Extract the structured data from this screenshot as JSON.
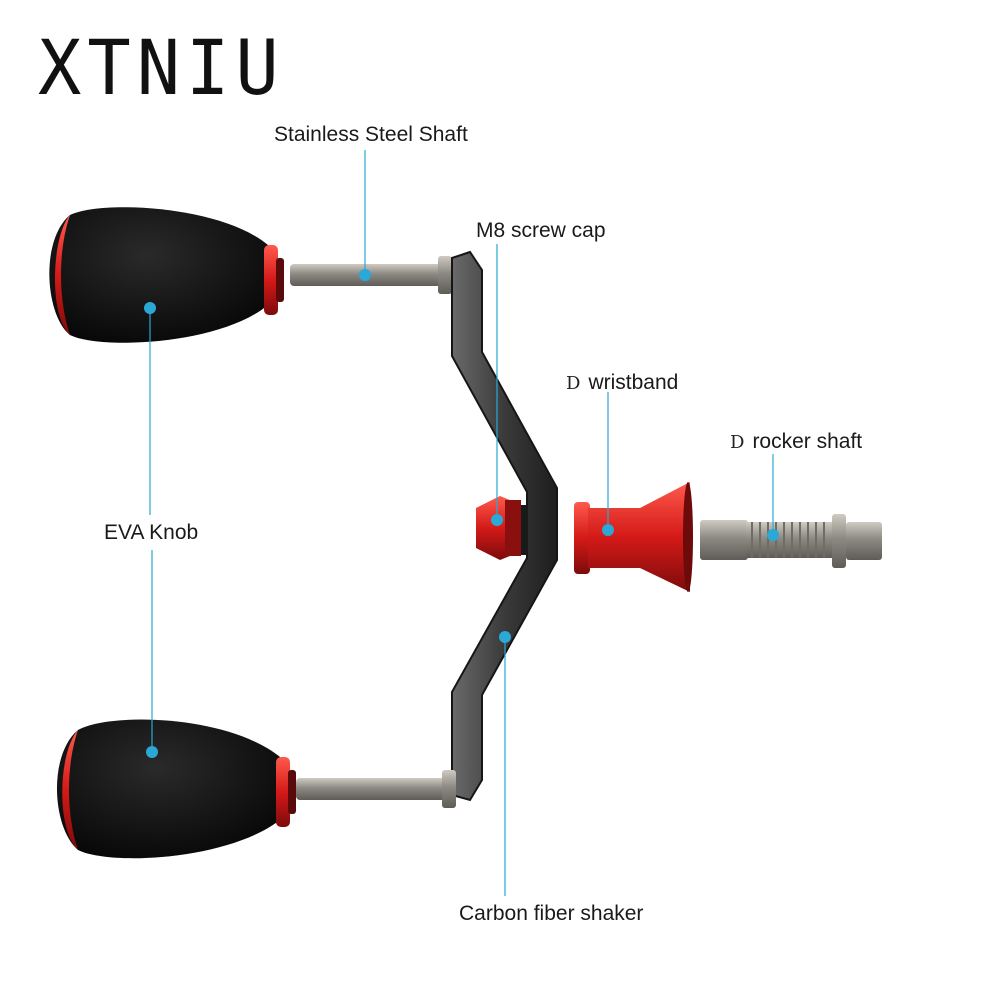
{
  "brand": "XTNIU",
  "labels": {
    "stainless_shaft": "Stainless Steel Shaft",
    "screw_cap": "M8 screw cap",
    "wristband_prefix": "D",
    "wristband": "wristband",
    "rocker_prefix": "D",
    "rocker_shaft": "rocker shaft",
    "eva_knob": "EVA Knob",
    "carbon_shaker": "Carbon fiber shaker"
  },
  "colors": {
    "leader_line": "#2aa8d6",
    "accent_red": "#d81d1d",
    "foam_black": "#111111",
    "carbon": "#3a3a3a",
    "steel": "#9a978f"
  }
}
